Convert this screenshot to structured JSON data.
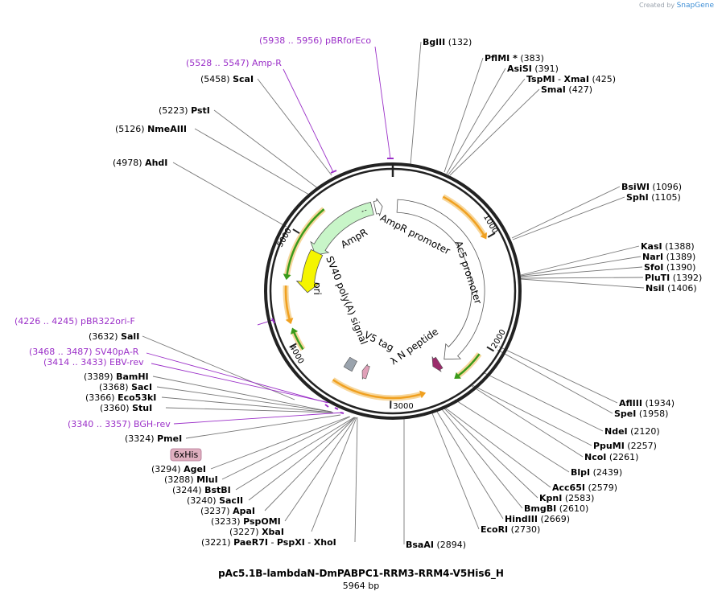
{
  "brand": {
    "prefix": "Created by",
    "name": "SnapGene"
  },
  "map": {
    "title": "pAc5.1B-lambdaN-DmPABPC1-RRM3-RRM4-V5His6_H",
    "size_label": "5964 bp",
    "ticks": [
      "1000",
      "2000",
      "3000",
      "4000",
      "5000"
    ]
  },
  "features": [
    {
      "name": "AmpR promoter"
    },
    {
      "name": "AmpR"
    },
    {
      "name": "Ac5 promoter"
    },
    {
      "name": "λ N peptide"
    },
    {
      "name": "V5 tag"
    },
    {
      "name": "SV40 poly(A) signal"
    },
    {
      "name": "ori"
    },
    {
      "name": "6xHis"
    }
  ],
  "enzymes_right": [
    {
      "name": "BglII",
      "pos": "(132)"
    },
    {
      "name": "PflMI *",
      "pos": "(383)"
    },
    {
      "name": "AsiSI",
      "pos": "(391)"
    },
    {
      "name": "TspMI",
      "name2": "XmaI",
      "pos": "(425)"
    },
    {
      "name": "SmaI",
      "pos": "(427)"
    },
    {
      "name": "BsiWI",
      "pos": "(1096)"
    },
    {
      "name": "SphI",
      "pos": "(1105)"
    },
    {
      "name": "KasI",
      "pos": "(1388)"
    },
    {
      "name": "NarI",
      "pos": "(1389)"
    },
    {
      "name": "SfoI",
      "pos": "(1390)"
    },
    {
      "name": "PluTI",
      "pos": "(1392)"
    },
    {
      "name": "NsiI",
      "pos": "(1406)"
    },
    {
      "name": "AflIII",
      "pos": "(1934)"
    },
    {
      "name": "SpeI",
      "pos": "(1958)"
    },
    {
      "name": "NdeI",
      "pos": "(2120)"
    },
    {
      "name": "PpuMI",
      "pos": "(2257)"
    },
    {
      "name": "NcoI",
      "pos": "(2261)"
    },
    {
      "name": "BlpI",
      "pos": "(2439)"
    },
    {
      "name": "Acc65I",
      "pos": "(2579)"
    },
    {
      "name": "KpnI",
      "pos": "(2583)"
    },
    {
      "name": "BmgBI",
      "pos": "(2610)"
    },
    {
      "name": "HindIII",
      "pos": "(2669)"
    },
    {
      "name": "EcoRI",
      "pos": "(2730)"
    },
    {
      "name": "BsaAI",
      "pos": "(2894)"
    }
  ],
  "enzymes_left": [
    {
      "name": "ScaI",
      "pos": "(5458)"
    },
    {
      "name": "PstI",
      "pos": "(5223)"
    },
    {
      "name": "NmeAIII",
      "pos": "(5126)"
    },
    {
      "name": "AhdI",
      "pos": "(4978)"
    },
    {
      "name": "SalI",
      "pos": "(3632)"
    },
    {
      "name": "BamHI",
      "pos": "(3389)"
    },
    {
      "name": "SacI",
      "pos": "(3368)"
    },
    {
      "name": "Eco53kI",
      "pos": "(3366)"
    },
    {
      "name": "StuI",
      "pos": "(3360)"
    },
    {
      "name": "PmeI",
      "pos": "(3324)"
    },
    {
      "name": "AgeI",
      "pos": "(3294)"
    },
    {
      "name": "MluI",
      "pos": "(3288)"
    },
    {
      "name": "BstBI",
      "pos": "(3244)"
    },
    {
      "name": "SacII",
      "pos": "(3240)"
    },
    {
      "name": "ApaI",
      "pos": "(3237)"
    },
    {
      "name": "PspOMI",
      "pos": "(3233)"
    },
    {
      "name": "XbaI",
      "pos": "(3227)"
    },
    {
      "name": "PaeR7I",
      "name2": "PspXI",
      "name3": "XhoI",
      "pos": "(3221)"
    }
  ],
  "primers": [
    {
      "range": "(5938 .. 5956)",
      "name": "pBRforEco"
    },
    {
      "range": "(5528 .. 5547)",
      "name": "Amp-R"
    },
    {
      "range": "(4226 .. 4245)",
      "name": "pBR322ori-F"
    },
    {
      "range": "(3468 .. 3487)",
      "name": "SV40pA-R"
    },
    {
      "range": "(3414 .. 3433)",
      "name": "EBV-rev"
    },
    {
      "range": "(3340 .. 3357)",
      "name": "BGH-rev"
    }
  ],
  "colors": {
    "primer": "#9b30c8",
    "ampr_fill": "#c8f5c8",
    "ori_fill": "#f5f500",
    "promoter_fill": "#ffffff",
    "orf_arrow": "#f0a020",
    "orf_green": "#3a9a1a",
    "lambda_fill": "#9b2c6b",
    "v5_fill": "#9aa3ad",
    "his_fill": "#e0b0c0",
    "backbone": "#222222",
    "leader": "#777777"
  }
}
